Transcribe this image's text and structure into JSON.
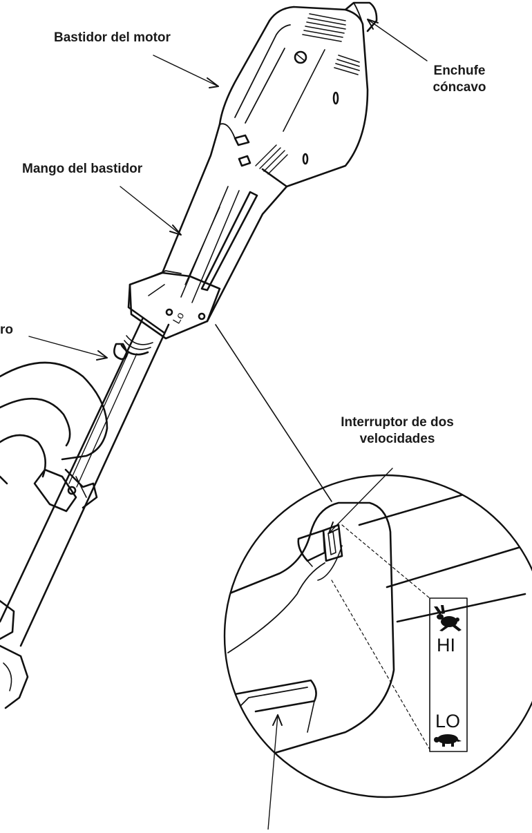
{
  "labels": {
    "motor_housing": "Bastidor del motor",
    "female_plug_line1": "Enchufe",
    "female_plug_line2": "cóncavo",
    "housing_handle": "Mango del bastidor",
    "partial_left_label": "ro",
    "two_speed_switch_line1": "Interruptor de dos",
    "two_speed_switch_line2": "velocidades"
  },
  "speed_panel": {
    "high": "HI",
    "low": "LO",
    "high_icon": "rabbit-icon",
    "low_icon": "turtle-icon"
  },
  "colors": {
    "line": "#111111",
    "background": "#ffffff"
  }
}
